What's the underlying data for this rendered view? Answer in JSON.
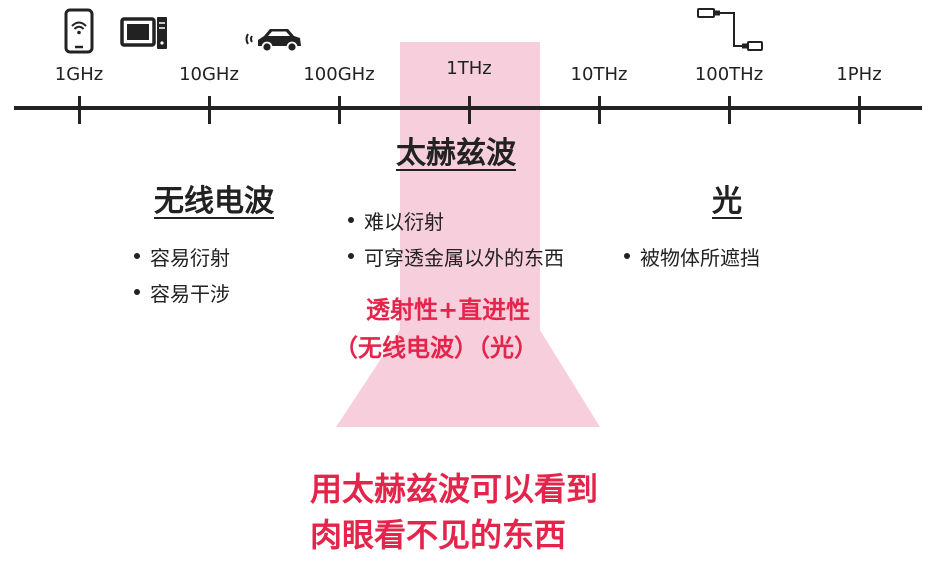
{
  "colors": {
    "axis": "#222222",
    "band_fill": "#f7cfdc",
    "accent": "#e5244b"
  },
  "axis": {
    "ticks": [
      "1GHz",
      "10GHz",
      "100GHz",
      "1THz",
      "10THz",
      "100THz",
      "1PHz"
    ]
  },
  "icons": {
    "device_1": "smartphone-wifi-icon",
    "device_2": "computer-icon",
    "device_3": "car-radar-icon",
    "device_4": "optical-cable-icon"
  },
  "sections": {
    "radio": {
      "title": "无线电波",
      "bullets": [
        "容易衍射",
        "容易干涉"
      ]
    },
    "terahertz": {
      "title": "太赫兹波",
      "bullets": [
        "难以衍射",
        "可穿透金属以外的东西"
      ],
      "property": "透射性+直进性",
      "property_sources": "（无线电波）（光）"
    },
    "light": {
      "title": "光",
      "bullets": [
        "被物体所遮挡"
      ]
    }
  },
  "conclusion": {
    "line1": "用太赫兹波可以看到",
    "line2": "肉眼看不见的东西"
  }
}
